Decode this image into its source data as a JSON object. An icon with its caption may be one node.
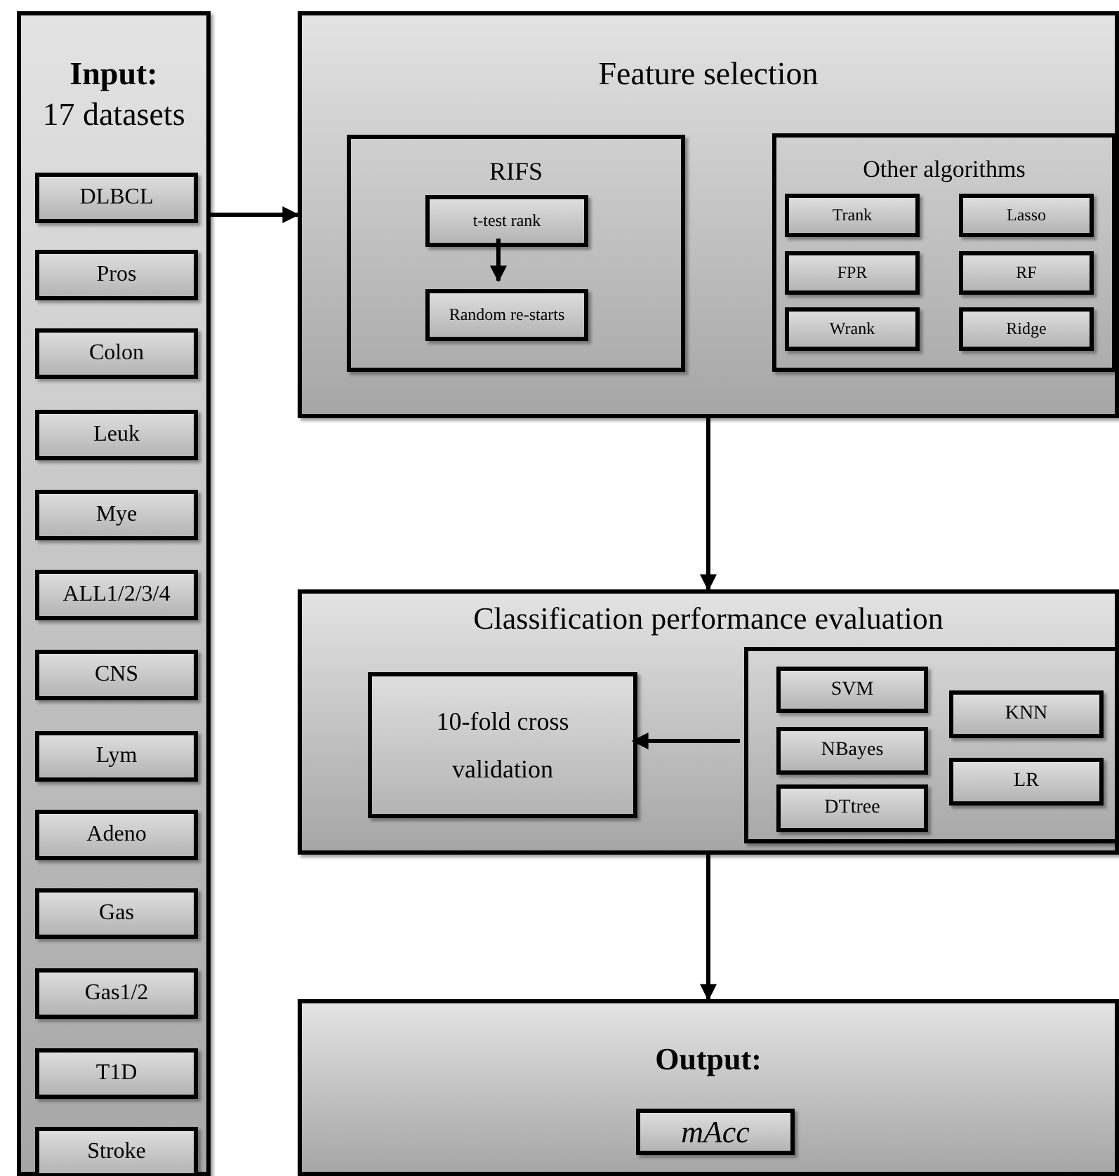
{
  "diagram": {
    "nodes": [
      {
        "text": [
          "Input:",
          "17 datasets"
        ]
      },
      {
        "text": [
          "DLBCL"
        ],
        "in": 0
      },
      {
        "text": [
          "Pros"
        ],
        "in": 0
      },
      {
        "text": [
          "Colon"
        ],
        "in": 0
      },
      {
        "text": [
          "Leuk"
        ],
        "in": 0
      },
      {
        "text": [
          "Mye"
        ],
        "in": 0
      },
      {
        "text": [
          "ALL1/2/3/4"
        ],
        "in": 0
      },
      {
        "text": [
          "CNS"
        ],
        "in": 0
      },
      {
        "text": [
          "Lym"
        ],
        "in": 0
      },
      {
        "text": [
          "Adeno"
        ],
        "in": 0
      },
      {
        "text": [
          "Gas"
        ],
        "in": 0
      },
      {
        "text": [
          "Gas1/2"
        ],
        "in": 0
      },
      {
        "text": [
          "T1D"
        ],
        "in": 0
      },
      {
        "text": [
          "Stroke"
        ],
        "in": 0
      },
      {
        "text": [
          "Feature selection"
        ]
      },
      {
        "text": [
          "RIFS"
        ],
        "in": 14
      },
      {
        "text": [
          "t-test rank"
        ],
        "in": 15
      },
      {
        "text": [
          "Random re-starts"
        ],
        "in": 15
      },
      {
        "text": [
          "Other algorithms"
        ],
        "in": 14
      },
      {
        "text": [
          "Trank"
        ],
        "in": 18
      },
      {
        "text": [
          "Lasso"
        ],
        "in": 18
      },
      {
        "text": [
          "FPR"
        ],
        "in": 18
      },
      {
        "text": [
          "RF"
        ],
        "in": 18
      },
      {
        "text": [
          "Wrank"
        ],
        "in": 18
      },
      {
        "text": [
          "Ridge"
        ],
        "in": 18
      },
      {
        "text": [
          "Classification performance evaluation"
        ]
      },
      {
        "text": [
          "10-fold cross validation"
        ],
        "in": 25
      },
      {
        "text": [],
        "shape": "box",
        "in": 25
      },
      {
        "text": [
          "SVM"
        ],
        "in": 27
      },
      {
        "text": [
          "NBayes"
        ],
        "in": 27
      },
      {
        "text": [
          "DTtree"
        ],
        "in": 27
      },
      {
        "text": [
          "KNN"
        ],
        "in": 27
      },
      {
        "text": [
          "LR"
        ],
        "in": 27
      },
      {
        "text": [
          "Output:"
        ]
      },
      {
        "text": [
          "mAcc"
        ],
        "in": 33
      }
    ],
    "edges": [
      {
        "from": 0,
        "to": 14,
        "arrow": "to"
      },
      {
        "from": 16,
        "to": 17,
        "arrow": "to"
      },
      {
        "from": 14,
        "to": 25,
        "arrow": "to"
      },
      {
        "from": 27,
        "to": 26,
        "arrow": "to"
      },
      {
        "from": 25,
        "to": 33,
        "arrow": "to"
      }
    ]
  }
}
